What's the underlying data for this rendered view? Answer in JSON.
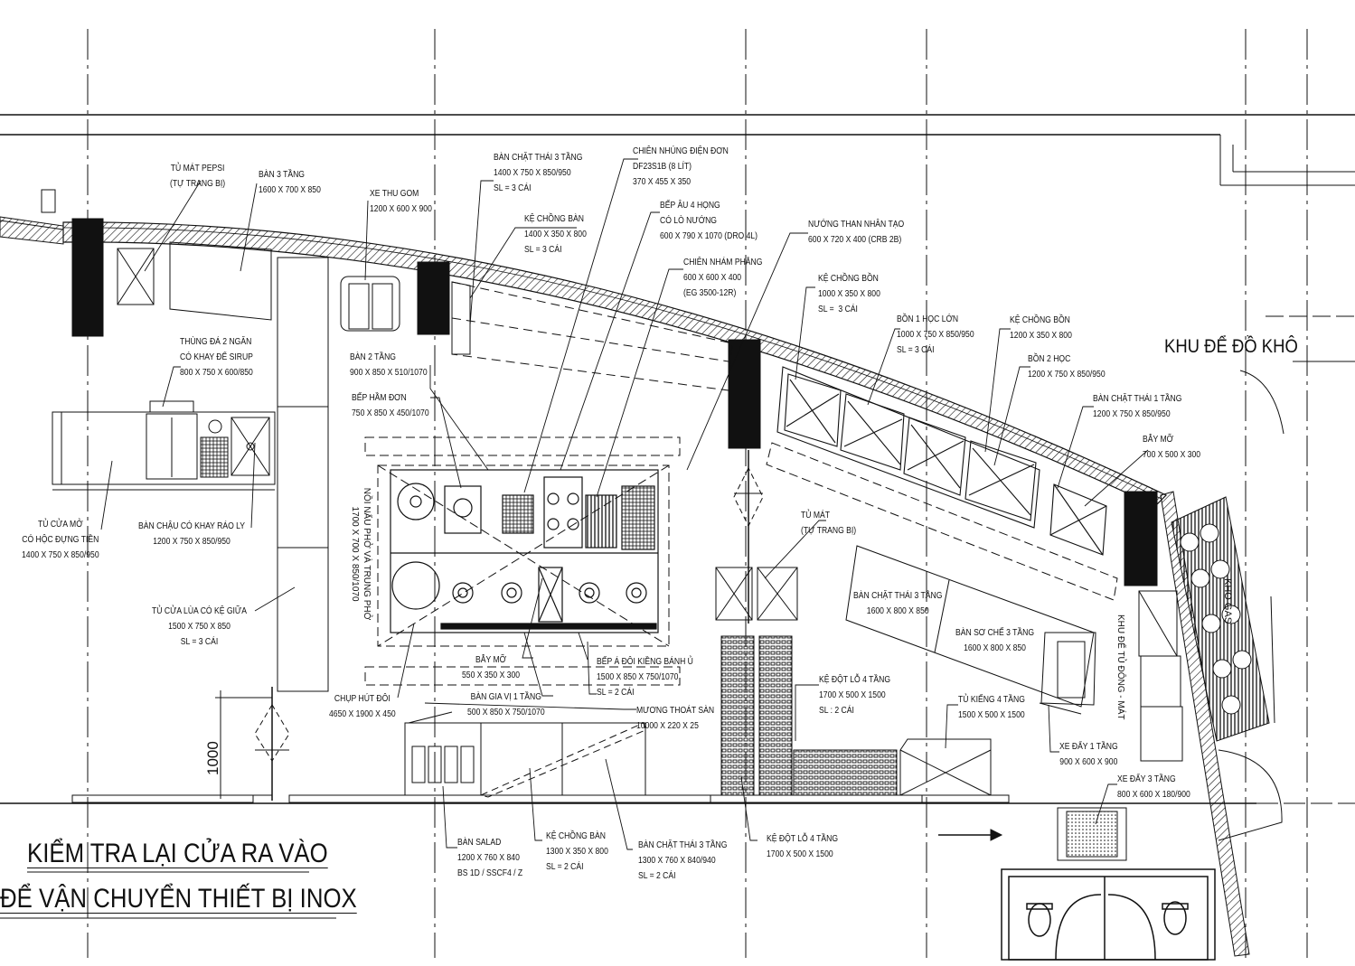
{
  "labels": {
    "tu_mat_pepsi": [
      "TỦ MÁT PEPSI",
      "(TỰ TRANG BỊ)"
    ],
    "ban_3_tang": [
      "BÀN 3 TẦNG",
      "1600 X 700 X 850"
    ],
    "xe_thu_gom": [
      "XE THU GOM",
      "1200 X 600 X 900"
    ],
    "ban_chat_thai_3_tang_top": [
      "BÀN CHẶT THÁI 3 TẦNG",
      "1400 X 750 X 850/950",
      "SL = 3 CÁI"
    ],
    "ke_chong_ban_top": [
      "KỆ CHỒNG BÀN",
      "1400 X 350 X 800",
      "SL = 3 CÁI"
    ],
    "chien_nhung": [
      "CHIÊN NHÚNG ĐIỆN ĐƠN",
      "DF23S1B (8 LÍT)",
      "370 X 455 X 350"
    ],
    "bep_au": [
      "BẾP ÂU 4 HỌNG",
      "CÓ LÒ NƯỚNG",
      "600 X 790 X 1070 (DRO 4L)"
    ],
    "chien_nham": [
      "CHIÊN NHÁM PHẲNG",
      "600 X 600 X 400",
      "(EG 3500-12R)"
    ],
    "nuong_than": [
      "NƯỚNG THAN NHÂN TẠO",
      "600 X 720 X 400 (CRB 2B)"
    ],
    "ke_chong_bon_1": [
      "KỆ CHỒNG BỒN",
      "1000 X 350 X 800",
      "SL =  3 CÁI"
    ],
    "bon_1_hoc": [
      "BỒN 1 HỌC LỚN",
      "1000 X 750 X 850/950",
      "SL = 3 CÁI"
    ],
    "ke_chong_bon_2": [
      "KỆ CHỒNG BỒN",
      "1200 X 350 X 800"
    ],
    "bon_2_hoc": [
      "BỒN 2 HỌC",
      "1200 X 750 X 850/950"
    ],
    "ban_chat_thai_1_tang": [
      "BÀN CHẶT THÁI 1 TẦNG",
      "1200 X 750 X 850/950"
    ],
    "bay_mo_right": [
      "BẪY MỠ",
      "700 X 500 X 300"
    ],
    "thung_da": [
      "THÙNG ĐÁ 2 NGĂN",
      "CÓ KHAY ĐỂ SIRUP",
      "800 X 750 X 600/850"
    ],
    "ban_2_tang": [
      "BÀN 2 TẦNG",
      "900 X 850 X 510/1070"
    ],
    "bep_ham_don": [
      "BẾP HẦM ĐƠN",
      "750 X 850 X 450/1070"
    ],
    "tu_cua_mo": [
      "TỦ CỬA MỞ",
      "CÓ HỘC ĐỰNG TIỀN",
      "1400 X 750 X 850/950"
    ],
    "ban_chau": [
      "BÀN CHẬU CÓ KHAY RÁO LY",
      "1200 X 750 X 850/950"
    ],
    "tu_cua_lua": [
      "TỦ CỬA LÙA CÓ KỆ GIỮA",
      "1500 X 750 X 850",
      "SL = 3 CÁI"
    ],
    "tu_mat_right": [
      "TỦ MÁT",
      "(TỰ TRANG BỊ)"
    ],
    "ban_chat_thai_3_tang_mid": [
      "BÀN CHẶT THÁI 3 TẦNG",
      "1600 X 800 X 850"
    ],
    "ban_so_che": [
      "BÀN SƠ CHẾ 3 TẦNG",
      "1600 X 800 X 850"
    ],
    "bay_mo_mid": [
      "BẪY MỠ",
      "550 X 350 X 300"
    ],
    "bep_a_doi": [
      "BẾP Á ĐÔI KIỀNG BÁNH Ủ",
      "1500 X 850 X 750/1070",
      "SL = 2 CÁI"
    ],
    "ban_gia_vi": [
      "BÀN GIA VỊ 1 TẦNG",
      "500 X 850 X 750/1070"
    ],
    "chup_hut": [
      "CHỤP HÚT ĐÔI",
      "4650 X 1900 X 450"
    ],
    "muong": [
      "MƯƠNG THOÁT SÀN",
      "10000 X 220 X 25"
    ],
    "ke_dot_lo_1": [
      "KỆ ĐỘT LỖ 4 TẦNG",
      "1700 X 500 X 1500",
      "SL : 2 CÁI"
    ],
    "tu_kieng": [
      "TỦ KIẾNG 4 TẦNG",
      "1500 X 500 X 1500"
    ],
    "xe_day_1": [
      "XE ĐẨY 1 TẦNG",
      "900 X 600 X 900"
    ],
    "xe_day_3": [
      "XE ĐẨY 3 TẦNG",
      "800 X 600 X 180/900"
    ],
    "ban_salad": [
      "BÀN SALAD",
      "1200 X 760 X 840",
      "BS 1D / SSCF4 / Z"
    ],
    "ke_chong_ban_bot": [
      "KỆ CHỒNG BÀN",
      "1300 X 350 X 800",
      "SL = 2 CÁI"
    ],
    "ban_chat_thai_3_tang_bot": [
      "BÀN CHẶT THÁI 3 TẦNG",
      "1300 X 760 X 840/940",
      "SL = 2 CÁI"
    ],
    "ke_dot_lo_2": [
      "KỆ ĐỘT LỖ 4 TẦNG",
      "1700 X 500 X 1500"
    ],
    "noi_nau_pho": [
      "NỒI NẤU PHỞ VÀ TRUNG PHỞ",
      "1700 X 700 X 850/1070"
    ],
    "khu_tu_dong": [
      "KHU ĐỂ TỦ ĐÔNG - MÁT"
    ],
    "kho_gas": [
      "KHO GAS"
    ]
  },
  "khu_de_do_kho": "KHU ĐỂ ĐỒ KHÔ",
  "dimension_1000": "1000",
  "notes": [
    "KIỂM TRA LẠI CỬA RA VÀO",
    "ĐỂ VẬN CHUYỂN THIẾT BỊ INOX"
  ]
}
